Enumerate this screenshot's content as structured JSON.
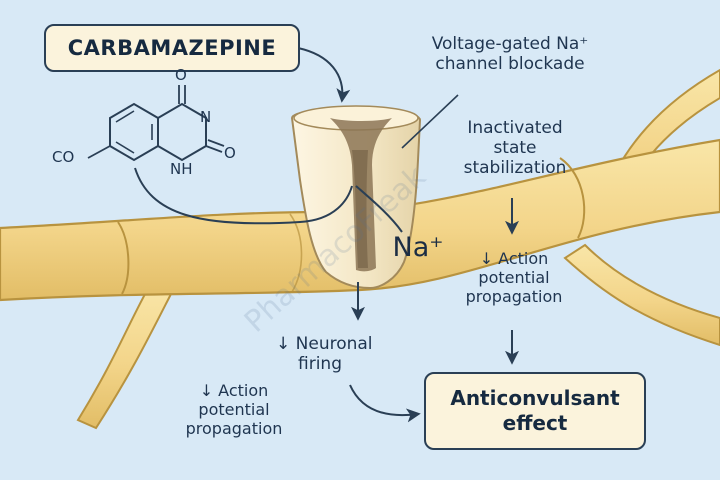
{
  "drug_label": "CARBAMAZEPINE",
  "molecule": {
    "atom_o_top": "O",
    "atom_n_right": "N",
    "atom_o_right": "O",
    "atom_nh": "NH",
    "atom_co": "CO"
  },
  "channel_label": [
    "Voltage-gated Na⁺",
    "channel blockade"
  ],
  "inactivated_label": [
    "Inactivated",
    "state",
    "stabilization"
  ],
  "ion_label": "Na⁺",
  "ap_right_label": [
    "↓ Action",
    "potential",
    "propagation"
  ],
  "firing_label": [
    "↓ Neuronal",
    "firing"
  ],
  "ap_left_label": [
    "↓ Action",
    "potential",
    "propagation"
  ],
  "effect_label": [
    "Anticonvulsant",
    "effect"
  ],
  "watermark": "PharmacoFreak",
  "colors": {
    "background": "#d8e9f6",
    "axon": "#f3d58a",
    "axon_outline": "#b8933f",
    "channel": "#f5ebcf",
    "pore": "#8c7656",
    "label_box": "#fbf3dc",
    "text": "#1f3550"
  }
}
